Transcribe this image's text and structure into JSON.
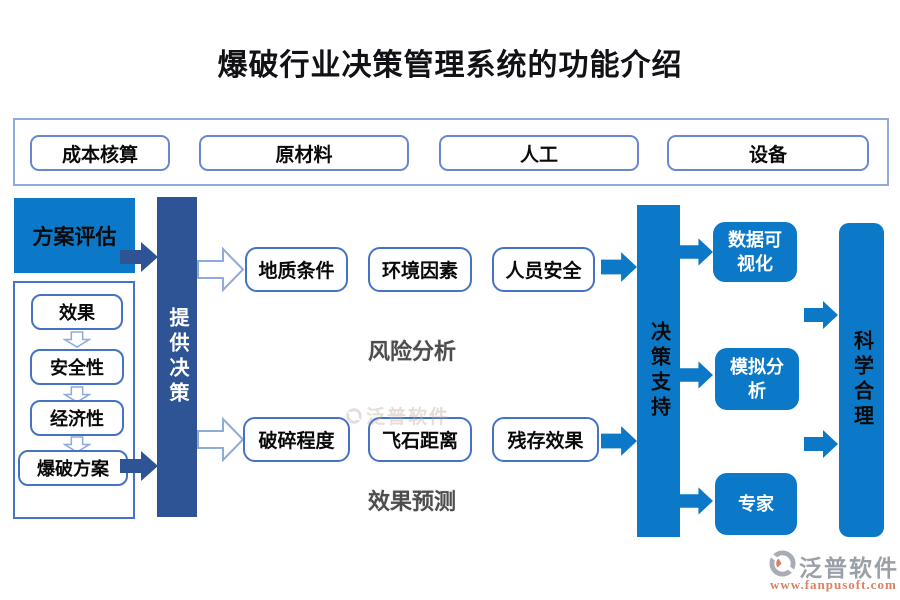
{
  "title": "爆破行业决策管理系统的功能介绍",
  "colors": {
    "bright_blue": "#0b78c8",
    "navy": "#2e5496",
    "box_border": "#4472c4",
    "panel_border": "#8faadc",
    "logo_gray": "#9aa0a8",
    "logo_salmon": "#de7f62"
  },
  "cost_panel": {
    "items": [
      "成本核算",
      "原材料",
      "人工",
      "设备"
    ]
  },
  "left_flow": {
    "header": "方案评估",
    "steps": [
      "效果",
      "安全性",
      "经济性",
      "爆破方案"
    ]
  },
  "bars": {
    "provide_decision": "提供决策",
    "decision_support": "决策支持",
    "scientific_reasonable": "科学合理"
  },
  "risk_group": {
    "label": "风险分析",
    "items": [
      "地质条件",
      "环境因素",
      "人员安全"
    ]
  },
  "effect_group": {
    "label": "效果预测",
    "items": [
      "破碎程度",
      "飞石距离",
      "残存效果"
    ]
  },
  "support_outputs": [
    "数据可视化",
    "模拟分析",
    "专家"
  ],
  "watermark": {
    "text": "泛普软件"
  },
  "logo": {
    "name": "泛普软件",
    "url": "www.fanpusoft.com"
  }
}
